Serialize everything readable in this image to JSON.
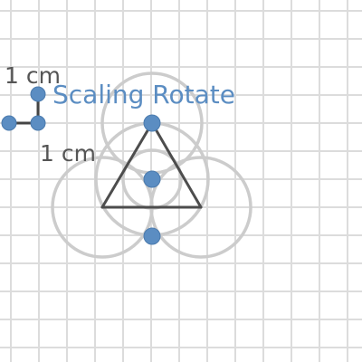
{
  "ruler": {
    "vertical_label": "1 cm",
    "horizontal_label": "1 cm"
  },
  "tool": {
    "label": "Scaling Rotate"
  },
  "colors": {
    "grid": "#dcdcdc",
    "guide_circle": "#cccccc",
    "triangle": "#4d4d4d",
    "point": "#5b8dc2",
    "tool_label": "#5b8dc2"
  }
}
